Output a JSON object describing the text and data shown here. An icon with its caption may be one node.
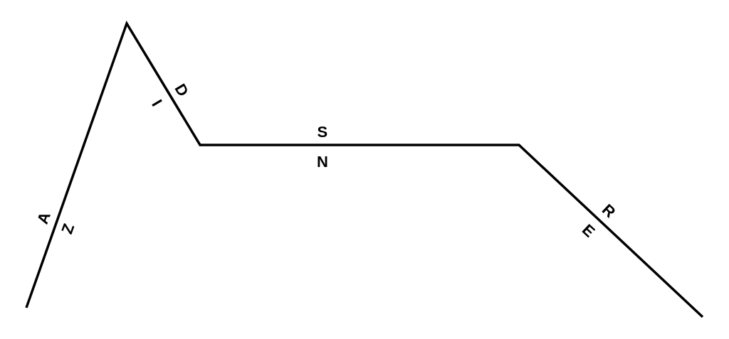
{
  "diagram": {
    "labels": [
      "A",
      "Z",
      "D",
      "I",
      "S",
      "N",
      "R",
      "E"
    ]
  }
}
